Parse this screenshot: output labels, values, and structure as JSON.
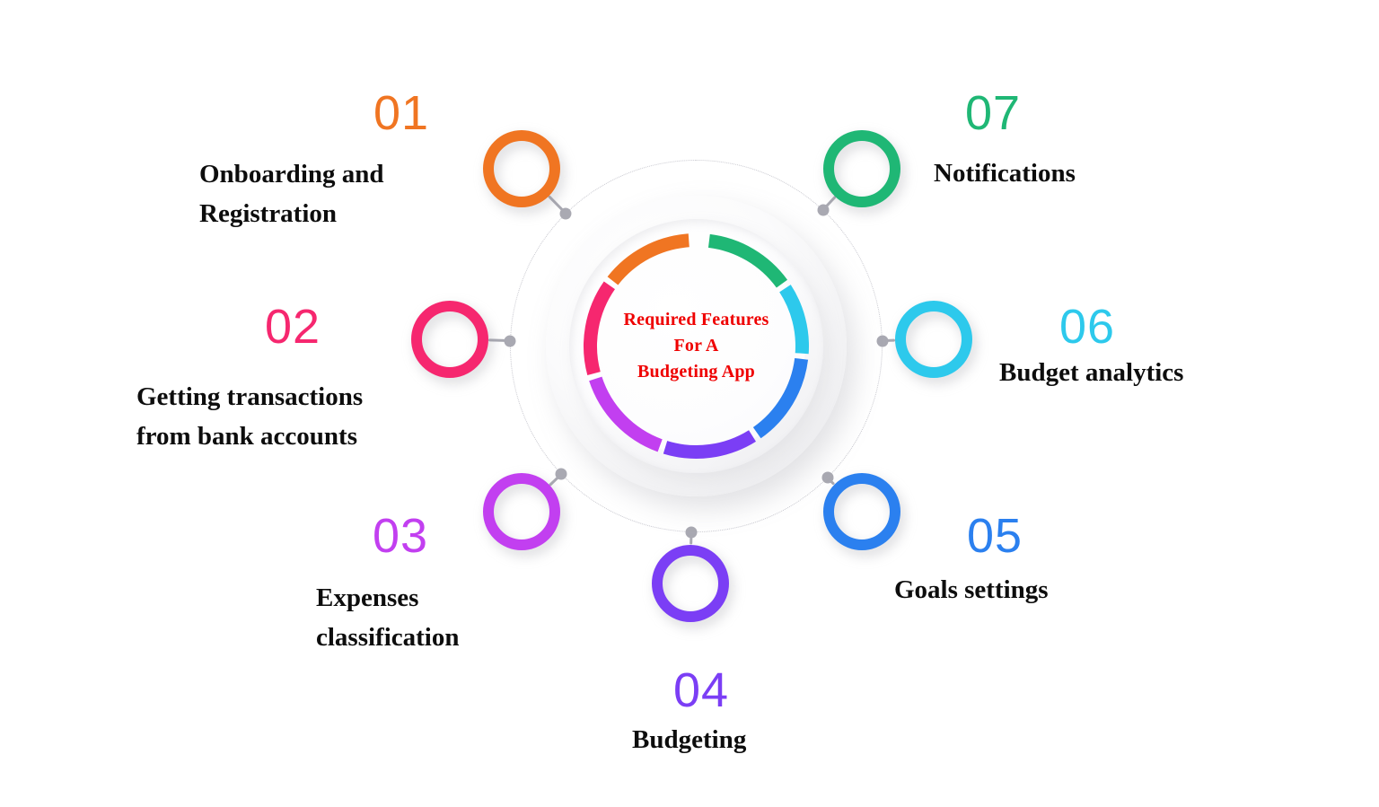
{
  "background_color": "#ffffff",
  "center": {
    "title_lines": [
      "Required Features",
      "For A",
      "Budgeting App"
    ],
    "title_color": "#ef0000",
    "line1": "Required Features",
    "line2": "For A",
    "line3": "Budgeting App"
  },
  "items": [
    {
      "number": "01",
      "label": "Onboarding and\nRegistration",
      "color": "#f07522",
      "ring_color": "#f07522"
    },
    {
      "number": "02",
      "label": "Getting transactions\nfrom bank accounts",
      "color": "#f6276f",
      "ring_color": "#f6276f"
    },
    {
      "number": "03",
      "label": "Expenses\nclassification",
      "color": "#c23ff0",
      "ring_color": "#c23ff0"
    },
    {
      "number": "04",
      "label": "Budgeting",
      "color": "#7b3ef5",
      "ring_color": "#7b3ef5"
    },
    {
      "number": "05",
      "label": "Goals settings",
      "color": "#2b80ef",
      "ring_color": "#2b80ef"
    },
    {
      "number": "06",
      "label": "Budget analytics",
      "color": "#2dc9ec",
      "ring_color": "#2dc9ec"
    },
    {
      "number": "07",
      "label": "Notifications",
      "color": "#1fb775",
      "ring_color": "#1fb775"
    }
  ],
  "chart_data": {
    "type": "pie",
    "title": "Required Features For A Budgeting App",
    "subtitle": "",
    "xlabel": "",
    "ylabel": "",
    "legend_position": "around",
    "grid": false,
    "note": "Equal-weight 7-segment donut; each arc maps to one numbered feature",
    "categories": [
      "Onboarding and Registration",
      "Getting transactions from bank accounts",
      "Expenses classification",
      "Budgeting",
      "Goals settings",
      "Budget analytics",
      "Notifications"
    ],
    "values": [
      14.3,
      14.3,
      14.3,
      14.3,
      14.3,
      14.3,
      14.3
    ],
    "colors": [
      "#f07522",
      "#f6276f",
      "#c23ff0",
      "#7b3ef5",
      "#2b80ef",
      "#2dc9ec",
      "#1fb775"
    ],
    "segments": [
      {
        "name": "Onboarding and Registration",
        "number": "01",
        "color": "#f07522",
        "start_deg": 308,
        "end_deg": 356
      },
      {
        "name": "Getting transactions from bank accounts",
        "number": "02",
        "color": "#f6276f",
        "start_deg": 255,
        "end_deg": 305
      },
      {
        "name": "Expenses classification",
        "number": "03",
        "color": "#c23ff0",
        "start_deg": 200,
        "end_deg": 252
      },
      {
        "name": "Budgeting",
        "number": "04",
        "color": "#7b3ef5",
        "start_deg": 148,
        "end_deg": 197
      },
      {
        "name": "Goals settings",
        "number": "05",
        "color": "#2b80ef",
        "start_deg": 97,
        "end_deg": 145
      },
      {
        "name": "Budget analytics",
        "number": "06",
        "color": "#2dc9ec",
        "start_deg": 57,
        "end_deg": 94
      },
      {
        "name": "Notifications",
        "number": "07",
        "color": "#1fb775",
        "start_deg": 7,
        "end_deg": 54
      }
    ]
  }
}
